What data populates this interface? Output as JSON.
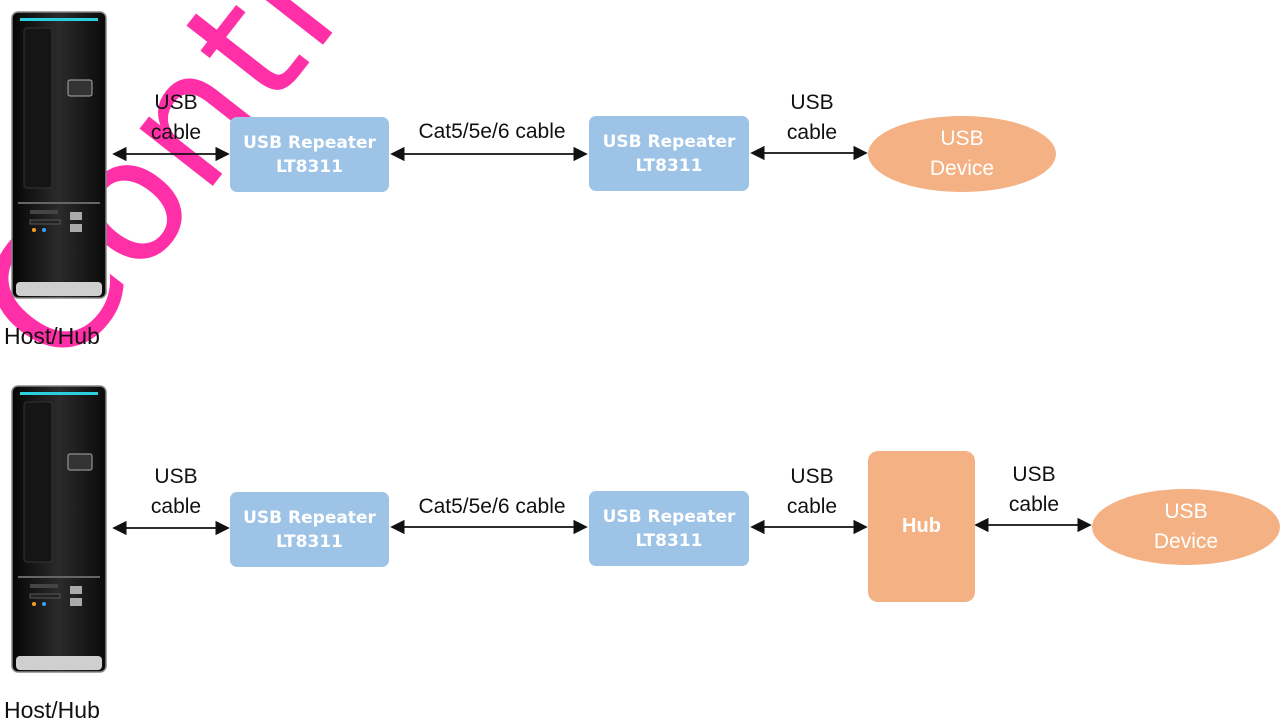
{
  "colors": {
    "repeater": "#9dc3e6",
    "device": "#f4b183",
    "hub": "#f4b183",
    "watermark": "#ff2fa8"
  },
  "top_row": {
    "host_label": "Host/Hub",
    "host_cable_label": "USB\ncable",
    "repeater1_label": "USB Repeater\nLT8311",
    "link_cable_label": "Cat5/5e/6 cable",
    "repeater2_label": "USB Repeater\nLT8311",
    "device_cable_label": "USB\ncable",
    "device_label": "USB\nDevice"
  },
  "bottom_row": {
    "host_label": "Host/Hub",
    "host_cable_label": "USB\ncable",
    "repeater1_label": "USB Repeater\nLT8311",
    "link_cable_label": "Cat5/5e/6 cable",
    "repeater2_label": "USB Repeater\nLT8311",
    "hub_cable_label": "USB\ncable",
    "hub_label": "Hub",
    "device_cable_label": "USB\ncable",
    "device_label": "USB\nDevice"
  },
  "watermark_text": "Contium C"
}
